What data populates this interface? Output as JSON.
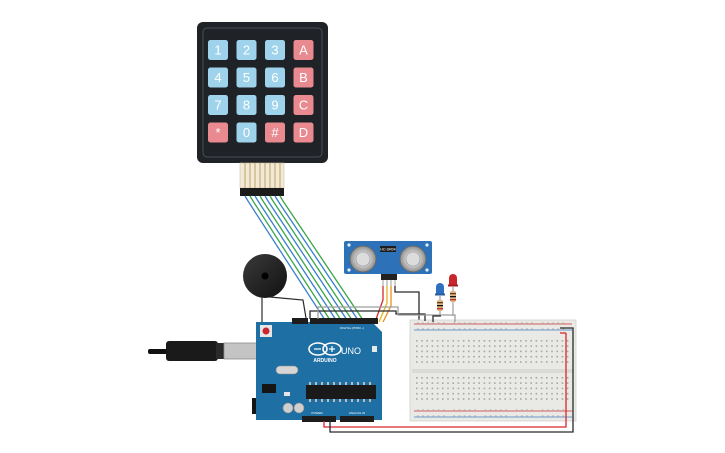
{
  "keypad": {
    "keys": [
      {
        "label": "1",
        "kind": "num"
      },
      {
        "label": "2",
        "kind": "num"
      },
      {
        "label": "3",
        "kind": "num"
      },
      {
        "label": "A",
        "kind": "letter"
      },
      {
        "label": "4",
        "kind": "num"
      },
      {
        "label": "5",
        "kind": "num"
      },
      {
        "label": "6",
        "kind": "num"
      },
      {
        "label": "B",
        "kind": "letter"
      },
      {
        "label": "7",
        "kind": "num"
      },
      {
        "label": "8",
        "kind": "num"
      },
      {
        "label": "9",
        "kind": "num"
      },
      {
        "label": "C",
        "kind": "letter"
      },
      {
        "label": "*",
        "kind": "letter"
      },
      {
        "label": "0",
        "kind": "num"
      },
      {
        "label": "#",
        "kind": "letter"
      },
      {
        "label": "D",
        "kind": "letter"
      }
    ]
  },
  "sensor": {
    "model_label": "HC-SR04"
  },
  "arduino": {
    "brand_label": "ARDUINO",
    "model_label": "UNO",
    "digital_label": "DIGITAL (PWM ~)",
    "power_label": "POWER",
    "analog_label": "ANALOG IN"
  },
  "colors": {
    "key_num": "#9fd3ec",
    "key_letter": "#e88a8f",
    "keypad_body": "#1f2226",
    "board": "#1e6fa3",
    "breadboard": "#e9e9e6",
    "wire_red": "#d8262c",
    "wire_black": "#2a2a2a",
    "led_blue": "#2f6fbf",
    "led_red": "#c8262c"
  }
}
